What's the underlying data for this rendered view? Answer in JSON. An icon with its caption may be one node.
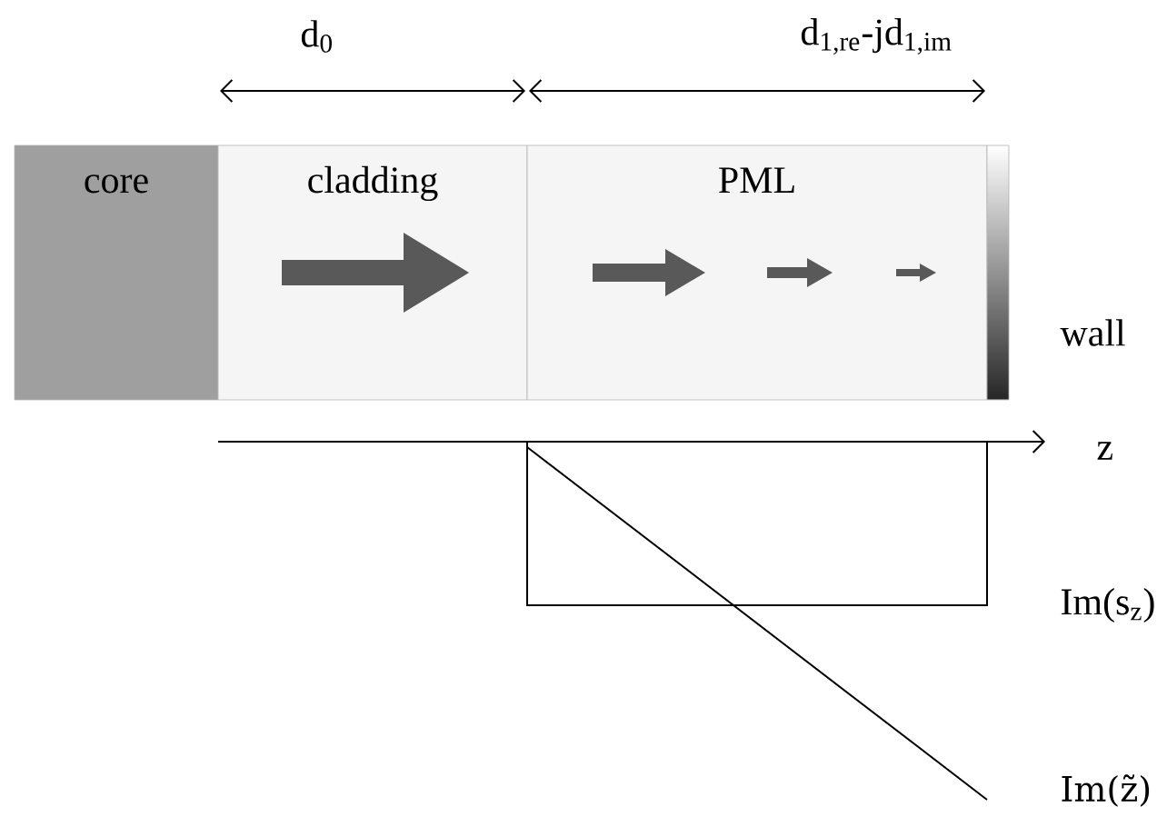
{
  "diagram": {
    "nodes": [
      {
        "text": [
          "core"
        ]
      },
      {
        "text": [
          "cladding"
        ]
      },
      {
        "text": [
          "PML"
        ]
      },
      {
        "text": [],
        "shape": "bar",
        "beside": [
          "wall"
        ]
      }
    ],
    "labels": [
      "d$_{0}$",
      "d$_{1,re}$-jd$_{1,im}$",
      "z",
      "Im(s$_{z}$)",
      "Im(z̃)"
    ]
  }
}
